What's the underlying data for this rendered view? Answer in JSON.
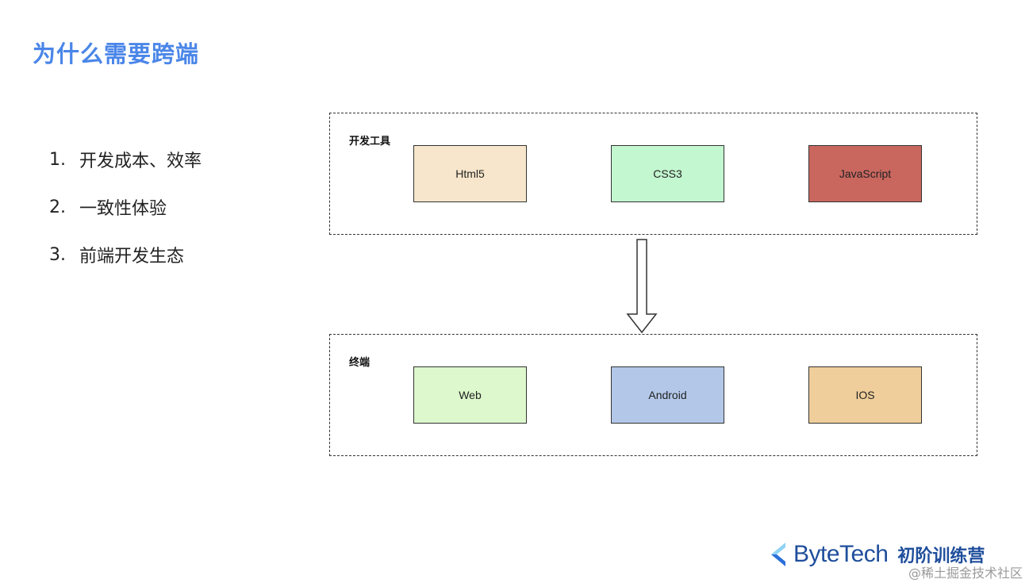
{
  "title": "为什么需要跨端",
  "reasons": [
    {
      "num": "1.",
      "text": "开发成本、效率"
    },
    {
      "num": "2.",
      "text": "一致性体验"
    },
    {
      "num": "3.",
      "text": "前端开发生态"
    }
  ],
  "diagram": {
    "dev_group": {
      "label": "开发工具",
      "boxes": [
        {
          "label": "Html5",
          "color": "#f7e6cb"
        },
        {
          "label": "CSS3",
          "color": "#c3f7cf"
        },
        {
          "label": "JavaScript",
          "color": "#c9675f"
        }
      ]
    },
    "terminal_group": {
      "label": "终端",
      "boxes": [
        {
          "label": "Web",
          "color": "#dcf8cc"
        },
        {
          "label": "Android",
          "color": "#b3c8e9"
        },
        {
          "label": "IOS",
          "color": "#efce9b"
        }
      ]
    }
  },
  "brand": {
    "name": "ByteTech",
    "subtitle": "初阶训练营"
  },
  "watermark": "@稀土掘金技术社区",
  "colors": {
    "title": "#4a86e8",
    "brand": "#1f4e9c",
    "logo_light": "#8fd3f4",
    "logo_dark": "#2a6fdb"
  }
}
